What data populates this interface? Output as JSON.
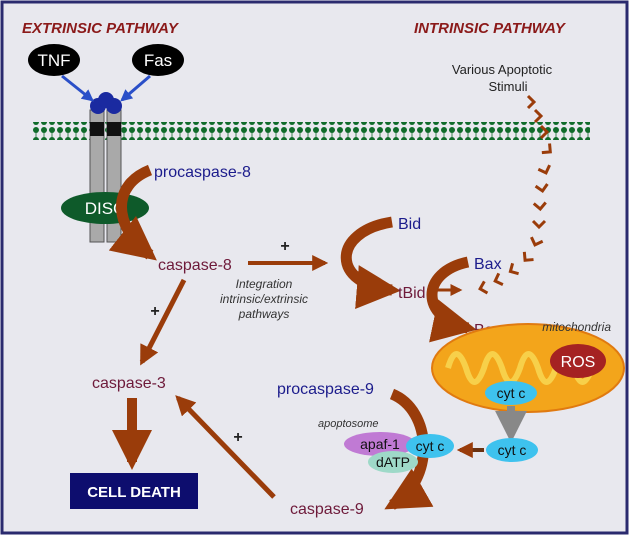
{
  "headers": {
    "extrinsic": "EXTRINSIC PATHWAY",
    "intrinsic": "INTRINSIC PATHWAY"
  },
  "receptors": {
    "tnf": "TNF",
    "fas": "Fas",
    "disc": "DISC"
  },
  "stimuli": {
    "line1": "Various Apoptotic",
    "line2": "Stimuli"
  },
  "molecules": {
    "procaspase8": "procaspase-8",
    "caspase8": "caspase-8",
    "caspase3": "caspase-3",
    "bid": "Bid",
    "tbid": "tBid",
    "bax_top": "Bax",
    "bax_bottom": "Bax",
    "procaspase9": "procaspase-9",
    "caspase9": "caspase-9"
  },
  "integration": {
    "line1": "Integration",
    "line2": "intrinsic/extrinsic",
    "line3": "pathways"
  },
  "mitochondria": {
    "label": "mitochondria",
    "ros": "ROS",
    "cytc_inner": "cyt c",
    "cytc_released": "cyt c"
  },
  "apoptosome": {
    "label": "apoptosome",
    "apaf1": "apaf-1",
    "cytc": "cyt c",
    "datp": "dATP"
  },
  "plus_signs": {
    "casp8_to_tbid": "+",
    "casp8_to_casp3": "+",
    "casp9_to_casp3": "+"
  },
  "outcome": {
    "cell_death": "CELL DEATH"
  },
  "colors": {
    "background": "#e8e8ee",
    "border": "#2a2a6e",
    "header_red": "#8b1a1a",
    "arrow_brown": "#9a3c0a",
    "membrane_green": "#0f6b2a",
    "navy_text": "#1c1c8c",
    "maroon_text": "#6e1a3a",
    "disc_green": "#0e5a2a",
    "mito_orange": "#f3a51b",
    "cyt_blue": "#3ec2ee",
    "ros_red": "#a52222",
    "apaf_purple": "#c07ad4",
    "datp_teal": "#9ed9c8",
    "cell_death_bg": "#0d0d6e"
  }
}
